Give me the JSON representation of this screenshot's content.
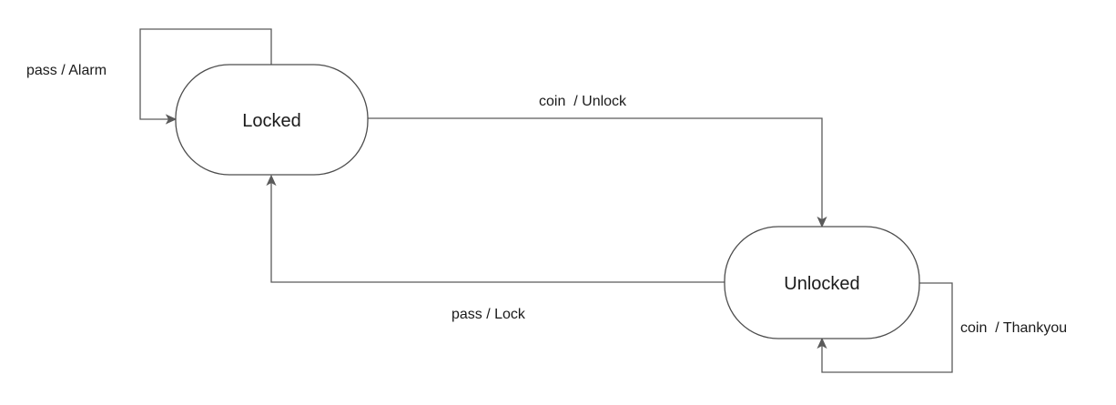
{
  "states": {
    "locked": {
      "label": "Locked"
    },
    "unlocked": {
      "label": "Unlocked"
    }
  },
  "transitions": {
    "locked_self": {
      "label": "pass / Alarm"
    },
    "locked_to_unlocked": {
      "label": "coin  / Unlock"
    },
    "unlocked_to_locked": {
      "label": "pass / Lock"
    },
    "unlocked_self": {
      "label": "coin  / Thankyou"
    }
  },
  "colors": {
    "stroke": "#4d4d4d",
    "edge": "#5a5a5a",
    "text": "#1a1a1a",
    "background": "#ffffff"
  }
}
